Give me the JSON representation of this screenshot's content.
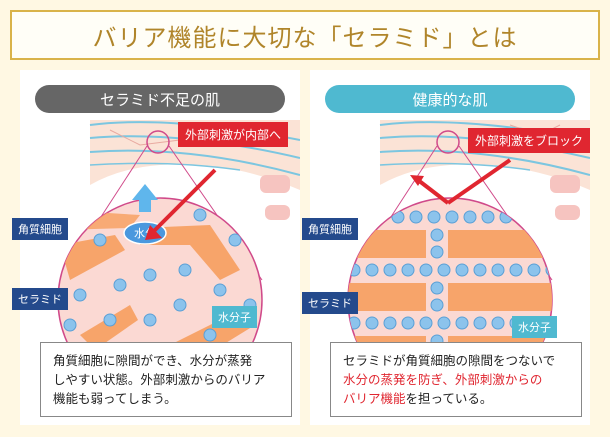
{
  "title": "バリア機能に大切な「セラミド」とは",
  "left": {
    "heading": "セラミド不足の肌",
    "callout": "外部刺激が内部へ",
    "water_label": "水分",
    "corneocyte_label": "角質細胞",
    "ceramide_label": "セラミド",
    "molecule_label": "水分子",
    "note_lines": [
      "角質細胞に隙間ができ、水分が蒸発",
      "しやすい状態。外部刺激からのバリア",
      "機能も弱ってしまう。"
    ]
  },
  "right": {
    "heading": "健康的な肌",
    "callout": "外部刺激をブロック",
    "corneocyte_label": "角質細胞",
    "ceramide_label": "セラミド",
    "molecule_label": "水分子",
    "note_line1": "セラミドが角質細胞の隙間をつないで",
    "note_line2_red": "水分の蒸発を防ぎ、外部刺激からの",
    "note_line3_red": "バリア機能",
    "note_line3_rest": "を担っている。"
  },
  "colors": {
    "title_border": "#d9b34a",
    "title_text": "#b0852a",
    "gray_pill": "#666666",
    "teal_pill": "#4fb9d0",
    "red": "#e02630",
    "navy": "#244a8c",
    "corneocyte": "#f7a46a",
    "skin_pink": "#fbd9d3",
    "molecule": "#8cc3ec"
  }
}
